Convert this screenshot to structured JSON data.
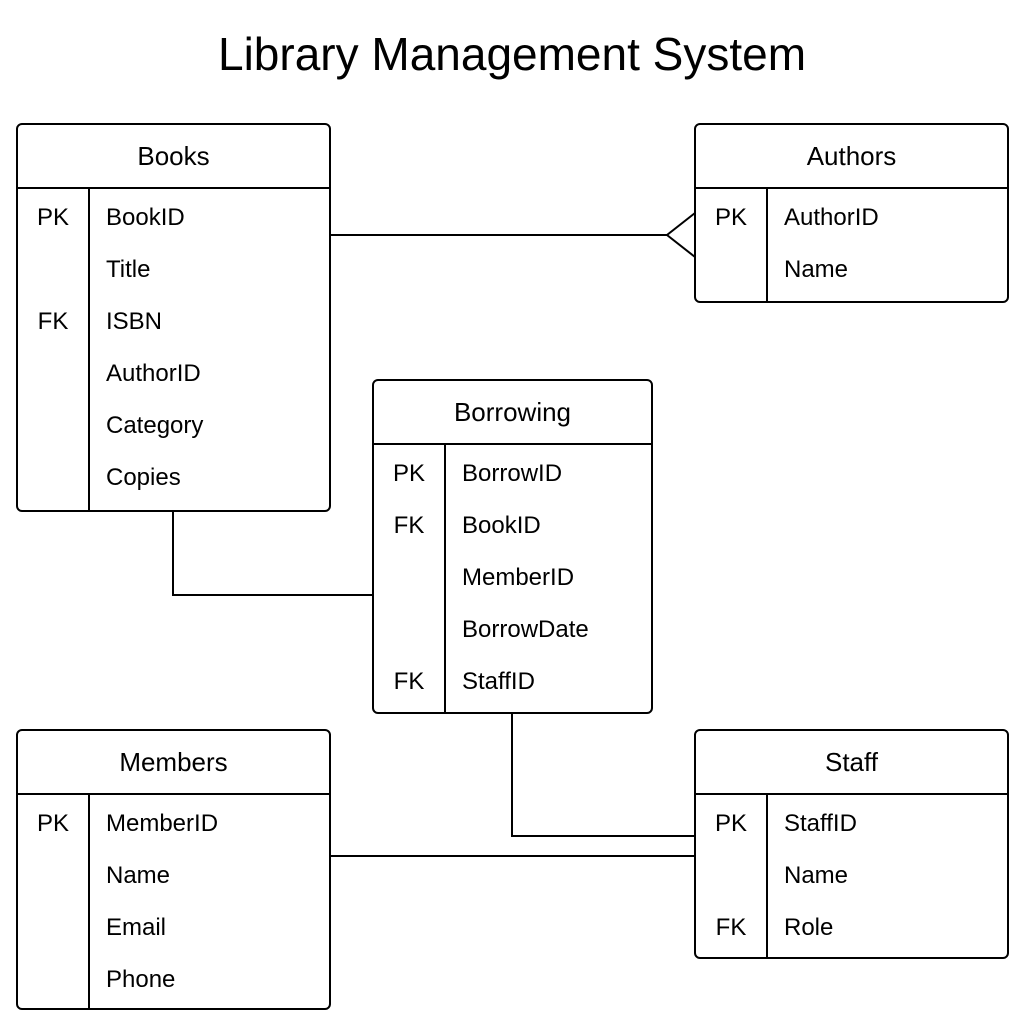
{
  "title": "Library Management System",
  "entities": {
    "books": {
      "name": "Books",
      "rows": [
        {
          "key": "PK",
          "attr": "BookID"
        },
        {
          "key": "",
          "attr": "Title"
        },
        {
          "key": "FK",
          "attr": "ISBN"
        },
        {
          "key": "",
          "attr": "AuthorID"
        },
        {
          "key": "",
          "attr": "Category"
        },
        {
          "key": "",
          "attr": "Copies"
        }
      ]
    },
    "authors": {
      "name": "Authors",
      "rows": [
        {
          "key": "PK",
          "attr": "AuthorID"
        },
        {
          "key": "",
          "attr": "Name"
        }
      ]
    },
    "borrowing": {
      "name": "Borrowing",
      "rows": [
        {
          "key": "PK",
          "attr": "BorrowID"
        },
        {
          "key": "FK",
          "attr": "BookID"
        },
        {
          "key": "",
          "attr": "MemberID"
        },
        {
          "key": "",
          "attr": "BorrowDate"
        },
        {
          "key": "FK",
          "attr": "StaffID"
        }
      ]
    },
    "members": {
      "name": "Members",
      "rows": [
        {
          "key": "PK",
          "attr": "MemberID"
        },
        {
          "key": "",
          "attr": "Name"
        },
        {
          "key": "",
          "attr": "Email"
        },
        {
          "key": "",
          "attr": "Phone"
        }
      ]
    },
    "staff": {
      "name": "Staff",
      "rows": [
        {
          "key": "PK",
          "attr": "StaffID"
        },
        {
          "key": "",
          "attr": "Name"
        },
        {
          "key": "FK",
          "attr": "Role"
        }
      ]
    }
  },
  "relationships": [
    {
      "from": "Books",
      "to": "Authors",
      "end_marker": "crow's foot"
    },
    {
      "from": "Books",
      "to": "Borrowing",
      "end_marker": "none"
    },
    {
      "from": "Borrowing",
      "to": "Staff",
      "end_marker": "none"
    },
    {
      "from": "Members",
      "to": "Staff",
      "end_marker": "none"
    }
  ]
}
